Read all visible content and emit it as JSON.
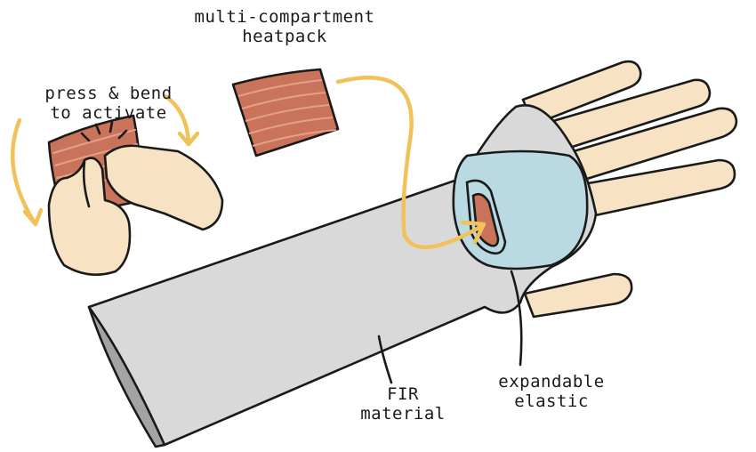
{
  "labels": {
    "press_bend": {
      "line1": "press & bend",
      "line2": "to activate"
    },
    "heatpack": {
      "line1": "multi-compartment",
      "line2": "heatpack"
    },
    "fir": {
      "line1": "FIR",
      "line2": "material"
    },
    "elastic": {
      "line1": "expandable",
      "line2": "elastic"
    }
  },
  "colors": {
    "sleeve": "#d9d9d9",
    "sleeve_shadow": "#a3a3a3",
    "skin": "#f7e3c4",
    "pocket": "#b9d9e3",
    "heatpack": "#c9735a",
    "heatpack_line": "#e5a08a",
    "arrow": "#f2c25a",
    "outline": "#1a1a1a"
  }
}
